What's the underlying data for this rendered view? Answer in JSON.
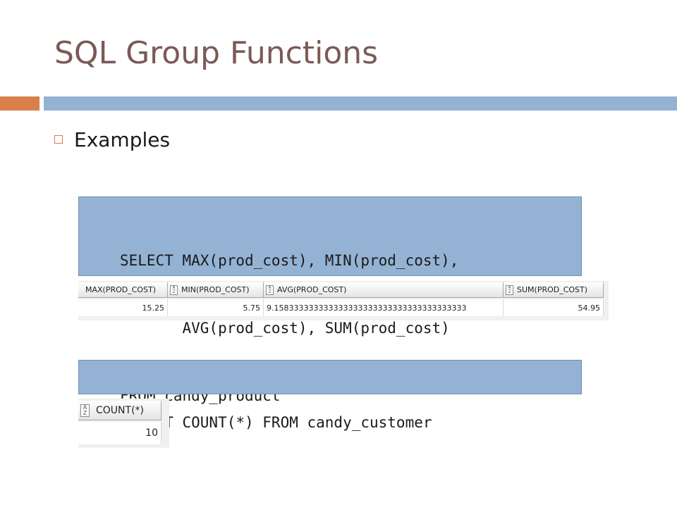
{
  "slide": {
    "title": "SQL Group Functions",
    "bullet": "Examples"
  },
  "query1": {
    "lines": [
      "SELECT MAX(prod_cost), MIN(prod_cost),",
      "       AVG(prod_cost), SUM(prod_cost)",
      "FROM candy_product"
    ]
  },
  "result1": {
    "columns": [
      "MAX(PROD_COST)",
      "MIN(PROD_COST)",
      "AVG(PROD_COST)",
      "SUM(PROD_COST)"
    ],
    "row": [
      "15.25",
      "5.75",
      "9.158333333333333333333333333333333333333",
      "54.95"
    ]
  },
  "query2": {
    "lines": [
      "SELECT COUNT(*) FROM candy_customer"
    ]
  },
  "result2": {
    "columns": [
      "COUNT(*)"
    ],
    "row": [
      "10"
    ]
  },
  "colors": {
    "title": "#7a5a55",
    "accent_orange": "#d9804a",
    "accent_blue": "#94b3d4"
  },
  "icons": {
    "bullet": "square-bullet-icon",
    "column_sort": "az-sort-icon",
    "sort_glyph_top": "A",
    "sort_glyph_bottom": "Z"
  }
}
